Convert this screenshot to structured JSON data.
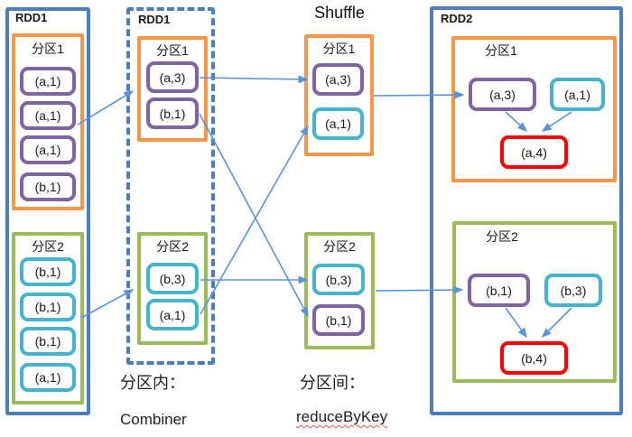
{
  "stages": {
    "rdd1": {
      "title": "RDD1",
      "partitions": [
        {
          "label": "分区1",
          "cells": [
            "(a,1)",
            "(a,1)",
            "(a,1)",
            "(b,1)"
          ]
        },
        {
          "label": "分区2",
          "cells": [
            "(b,1)",
            "(b,1)",
            "(b,1)",
            "(a,1)"
          ]
        }
      ]
    },
    "combiner": {
      "title": "RDD1",
      "partitions": [
        {
          "label": "分区1",
          "cells": [
            "(a,3)",
            "(b,1)"
          ]
        },
        {
          "label": "分区2",
          "cells": [
            "(b,3)",
            "(a,1)"
          ]
        }
      ],
      "caption_line1": "分区内：",
      "caption_line2": "Combiner"
    },
    "shuffle": {
      "title": "Shuffle",
      "partitions": [
        {
          "label": "分区1",
          "cells": [
            "(a,3)",
            "(a,1)"
          ]
        },
        {
          "label": "分区2",
          "cells": [
            "(b,3)",
            "(b,1)"
          ]
        }
      ],
      "caption_line1": "分区间：",
      "caption_line2": "reduceByKey"
    },
    "rdd2": {
      "title": "RDD2",
      "partitions": [
        {
          "label": "分区1",
          "cells": [
            "(a,3)",
            "(a,1)"
          ],
          "result": "(a,4)"
        },
        {
          "label": "分区2",
          "cells": [
            "(b,1)",
            "(b,3)"
          ],
          "result": "(b,4)"
        }
      ]
    }
  },
  "colors": {
    "rdd_border": "#4a7ebc",
    "partition1_border": "#f79646",
    "partition2_border": "#9bbb59",
    "cell_from_partition1": "#8064a2",
    "cell_from_partition2": "#45b3ce",
    "result_cell": "#fe0000",
    "arrow": "#5b93d8",
    "spellcheck_underline": "#ff5050"
  }
}
